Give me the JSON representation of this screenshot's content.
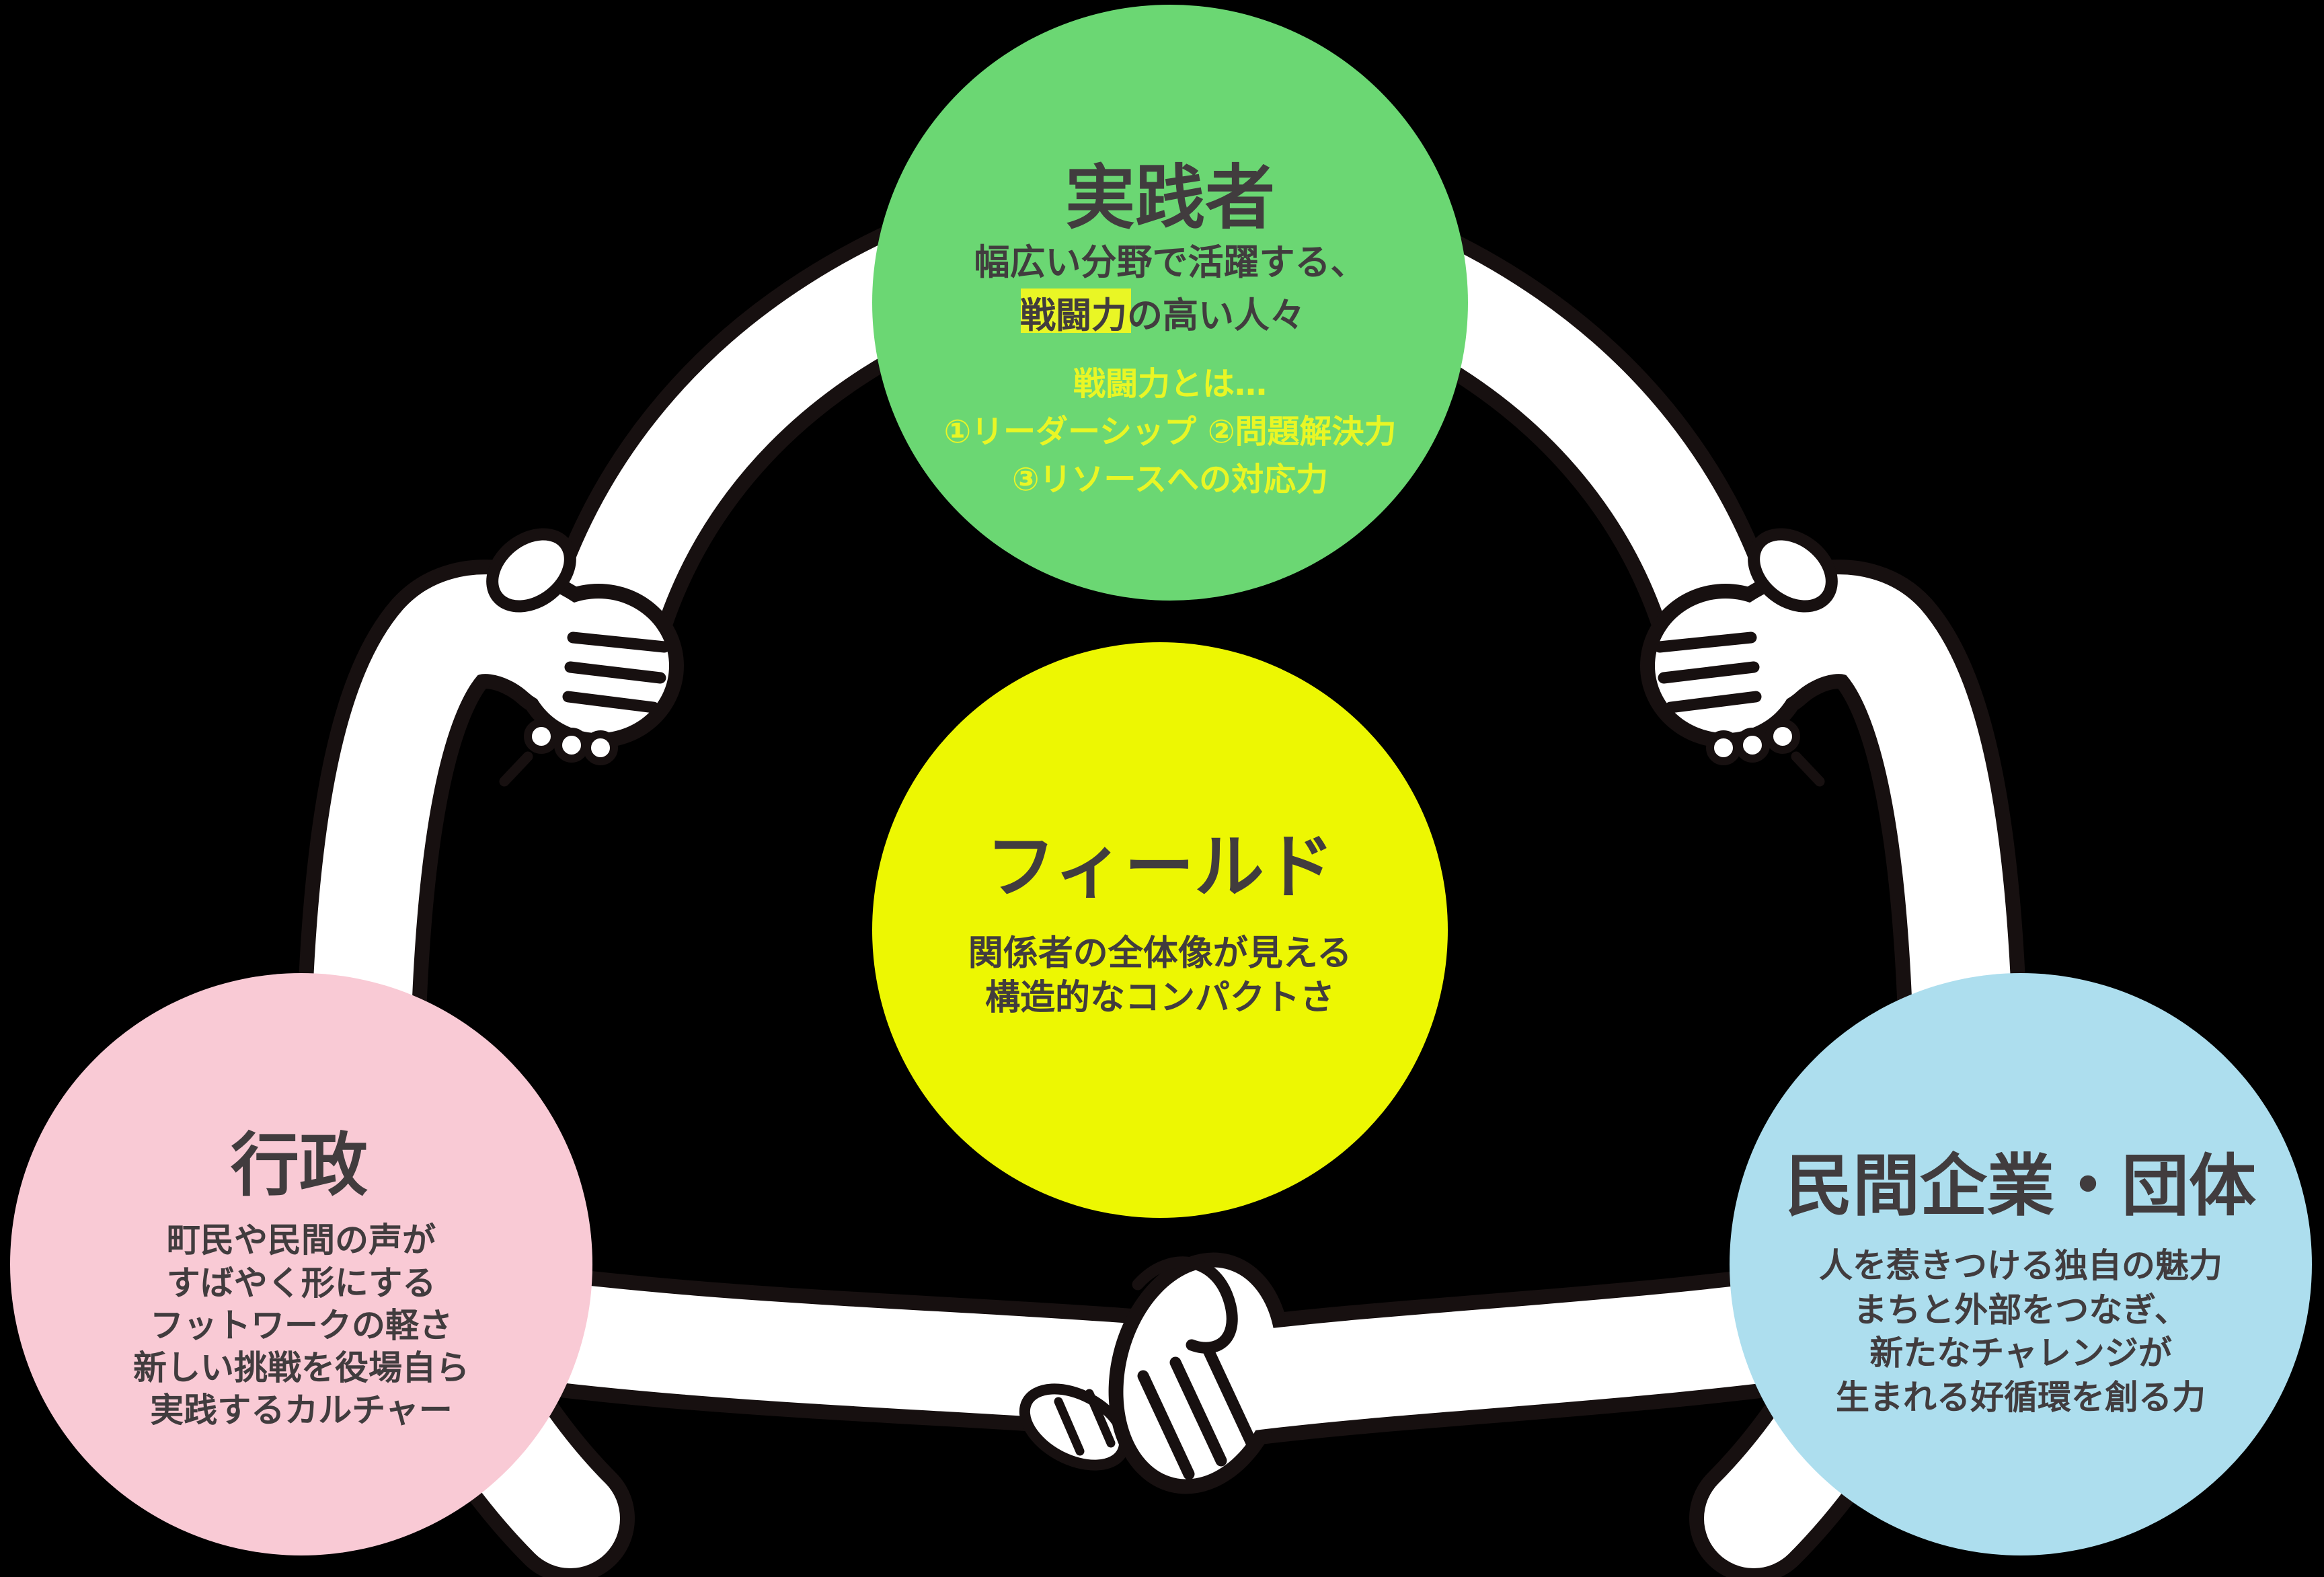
{
  "canvas": {
    "background_color": "#000000",
    "theme_style": "--ink:#171010;--paper:#ffffff;--txt:#413c3e;--accent:#e9f625;--bg:#000000"
  },
  "diagram": {
    "text_color": "#413c3e",
    "top_circle": {
      "title": "実践者",
      "color": "#6bd773",
      "body_line1": "幅広い分野で活躍する、",
      "body_line2_highlight": "戦闘力",
      "body_line2_rest": "の高い人々",
      "highlight_color": "#e9f625",
      "accent_color": "#e9f625",
      "accent_line1": "戦闘力とは…",
      "accent_line2": "①リーダーシップ ②問題解決力",
      "accent_line3": "③リソースへの対応力"
    },
    "center_circle": {
      "title": "フィールド",
      "color": "#edf702",
      "body_line1": "関係者の全体像が見える",
      "body_line2": "構造的なコンパクトさ"
    },
    "left_circle": {
      "title": "行政",
      "color": "#f9cad5",
      "body_line1": "町民や民間の声が",
      "body_line2": "すばやく形にする",
      "body_line3": "フットワークの軽さ",
      "body_line4": "新しい挑戦を役場自ら",
      "body_line5": "実践するカルチャー"
    },
    "right_circle": {
      "title": "民間企業・団体",
      "color": "#addeee",
      "body_line1": "人を惹きつける独自の魅力",
      "body_line2": "まちと外部をつなぎ、",
      "body_line3": "新たなチャレンジが",
      "body_line4": "生まれる好循環を創る力"
    },
    "illustration": {
      "arm_fill": "#ffffff",
      "arm_outline": "#171010",
      "motifs": "three interlocked arms: wrist-grip top-left, wrist-grip top-right, handshake bottom-center"
    }
  }
}
